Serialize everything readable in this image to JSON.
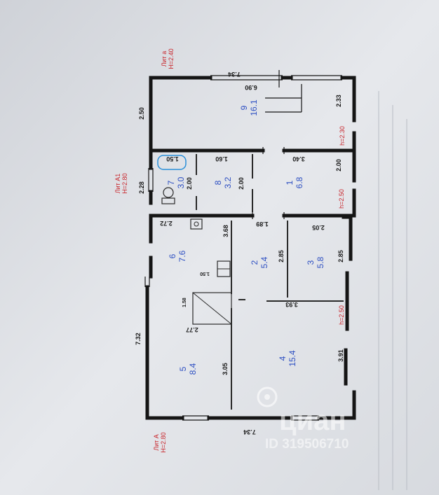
{
  "plan": {
    "lit_a": {
      "name": "Лит А",
      "height": "H=2.80"
    },
    "lit_a1": {
      "name": "Лит А1",
      "height": "H=2.80"
    },
    "lit_a_small": {
      "name": "Лит а",
      "height": "H=2.40"
    },
    "h_marks": [
      "h=2.30",
      "h=2.50",
      "h=2.50"
    ],
    "rooms": [
      {
        "id": "1",
        "num": "1",
        "area": "6.8"
      },
      {
        "id": "2",
        "num": "2",
        "area": "5.4"
      },
      {
        "id": "3",
        "num": "3",
        "area": "5.8"
      },
      {
        "id": "4",
        "num": "4",
        "area": "15.4"
      },
      {
        "id": "5",
        "num": "5",
        "area": "8.4"
      },
      {
        "id": "6",
        "num": "6",
        "area": "7.6"
      },
      {
        "id": "7",
        "num": "7",
        "area": "3.0"
      },
      {
        "id": "8",
        "num": "8",
        "area": "3.2"
      },
      {
        "id": "9",
        "num": "9",
        "area": "16.1"
      }
    ],
    "dims": {
      "top_734": "7.34",
      "bottom_734": "7.34",
      "right_233": "2.33",
      "right_200": "2.00",
      "right_205": "2.05",
      "right_285": "2.85",
      "right_391": "3.91",
      "left_250": "2.50",
      "left_228": "2.28",
      "left_732": "7.32",
      "v_690": "6.90",
      "v_150": "1.50",
      "v_160": "1.60",
      "v_340": "3.40",
      "v_200a": "2.00",
      "v_200b": "2.00",
      "v_272": "2.72",
      "v_368": "3.68",
      "v_189": "1.89",
      "v_285": "2.85",
      "v_393": "3.93",
      "v_277": "2.77",
      "v_158": "1.58",
      "v_150b": "1.50",
      "v_305": "3.05"
    }
  },
  "watermark": {
    "brand": "циан",
    "id": "ID 319506710"
  }
}
